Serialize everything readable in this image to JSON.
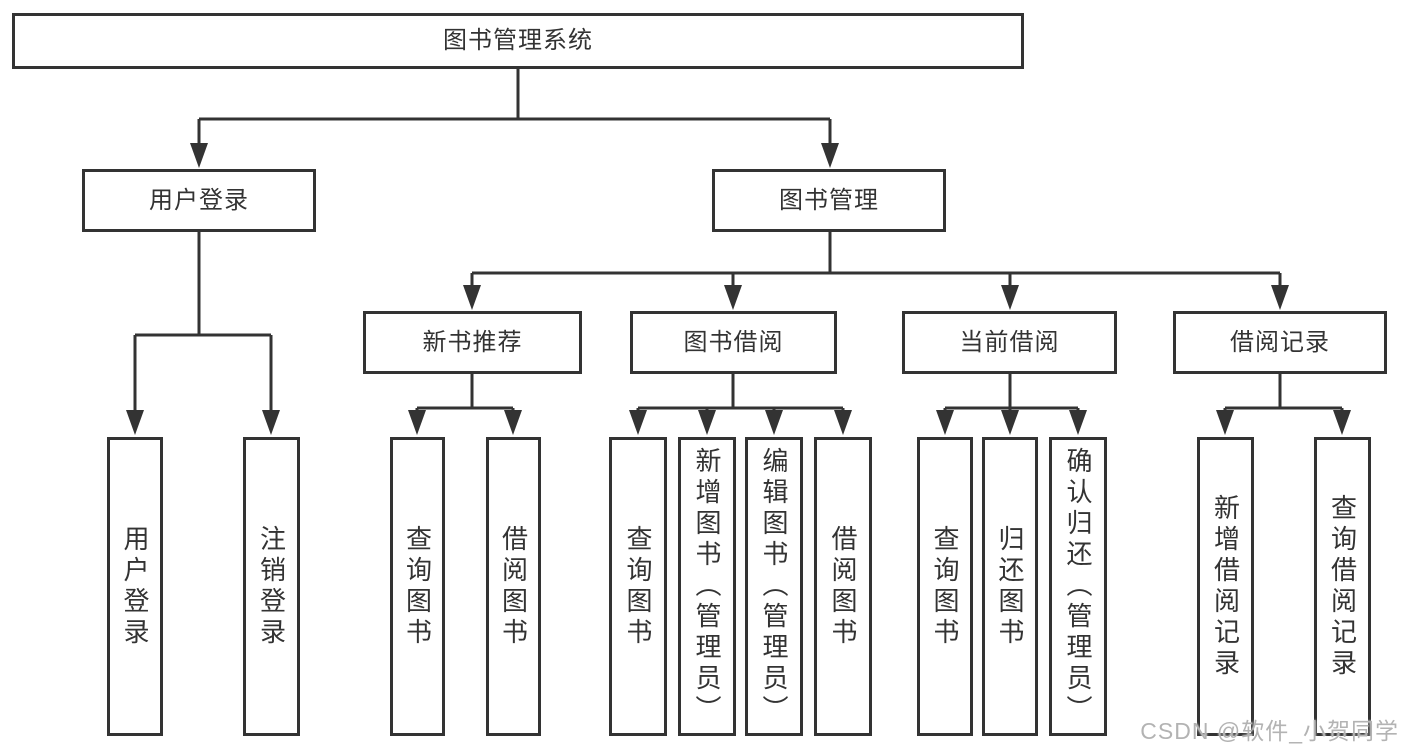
{
  "diagram": {
    "root": {
      "label": "图书管理系统"
    },
    "level2": {
      "user_login": {
        "label": "用户登录"
      },
      "book_management": {
        "label": "图书管理"
      }
    },
    "level3": {
      "new_book_recommend": {
        "label": "新书推荐"
      },
      "book_borrow": {
        "label": "图书借阅"
      },
      "current_borrow": {
        "label": "当前借阅"
      },
      "borrow_record": {
        "label": "借阅记录"
      }
    },
    "leaves": {
      "user_login": [
        {
          "label": "用户登录"
        },
        {
          "label": "注销登录"
        }
      ],
      "new_book_recommend": [
        {
          "label": "查询图书"
        },
        {
          "label": "借阅图书"
        }
      ],
      "book_borrow": [
        {
          "label": "查询图书"
        },
        {
          "label": "新增图书（管理员）"
        },
        {
          "label": "编辑图书（管理员）"
        },
        {
          "label": "借阅图书"
        }
      ],
      "current_borrow": [
        {
          "label": "查询图书"
        },
        {
          "label": "归还图书"
        },
        {
          "label": "确认归还（管理员）"
        }
      ],
      "borrow_record": [
        {
          "label": "新增借阅记录"
        },
        {
          "label": "查询借阅记录"
        }
      ]
    },
    "colors": {
      "line": "#333333",
      "text": "#333333",
      "background": "#ffffff",
      "watermark": "#b3b3b3"
    }
  },
  "page": {
    "watermark": "CSDN @软件_小贺同学"
  }
}
